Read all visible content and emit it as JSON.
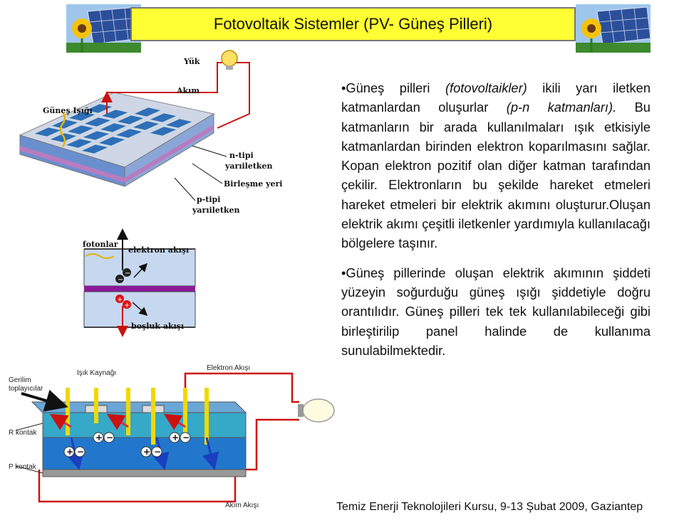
{
  "title": "Fotovoltaik Sistemler (PV- Güneş Pilleri)",
  "paragraphs": [
    {
      "segments": [
        {
          "text": "Güneş pilleri ",
          "italic": false
        },
        {
          "text": "(fotovoltaikler)",
          "italic": true
        },
        {
          "text": " ikili yarı iletken katmanlardan oluşurlar ",
          "italic": false
        },
        {
          "text": "(p-n katmanları).",
          "italic": true
        },
        {
          "text": " Bu katmanların bir arada kullanılmaları ışık etkisiyle katmanlardan birinden elektron koparılmasını sağlar. Kopan elektron pozitif olan diğer katman tarafından çekilir. Elektronların bu şekilde hareket etmeleri hareket etmeleri bir elektrik akımını oluşturur.Oluşan elektrik akımı çeşitli iletkenler yardımıyla kullanılacağı bölgelere taşınır.",
          "italic": false
        }
      ]
    },
    {
      "segments": [
        {
          "text": "Güneş pillerinde oluşan elektrik akımının şiddeti yüzeyin soğurduğu güneş ışığı şiddetiyle doğru orantılıdır. Güneş pilleri tek tek kullanılabileceği gibi birleştirilip panel halinde de kullanıma sunulabilmektedir.",
          "italic": false
        }
      ]
    }
  ],
  "footer": "Temiz Enerji Teknolojileri Kursu, 9-13 Şubat 2009, Gaziantep",
  "diagram_top": {
    "labels": {
      "yuk": "Yük",
      "akim": "Akım",
      "gunes_isigi": "Güneş Işığı",
      "n_tipi_1": "n-tipi",
      "n_tipi_2": "yarıiletken",
      "birlesme": "Birleşme yeri",
      "p_tipi_1": "p-tipi",
      "p_tipi_2": "yarıiletken"
    }
  },
  "diagram_middle": {
    "labels": {
      "fotonlar": "fotonlar",
      "elektron_akisi": "elektron akışı",
      "bosluk_akisi": "boşluk akışı"
    }
  },
  "diagram_bottom": {
    "labels": {
      "gerilim_1": "Gerilim",
      "gerilim_2": "toplayıcılar",
      "isik_kaynagi": "Işık Kaynağı",
      "elektron_akisi": "Elektron Akışı",
      "n_kontak": "R kontak",
      "p_kontak": "P kontak",
      "akim_akisi": "Akım Akışı"
    }
  },
  "colors": {
    "title_bg": "#ffff33",
    "cell_blue": "#2e6fb8",
    "wire_red": "#cc1111",
    "layer_purple": "#8a1a9a",
    "water_teal": "#36a8c8"
  }
}
